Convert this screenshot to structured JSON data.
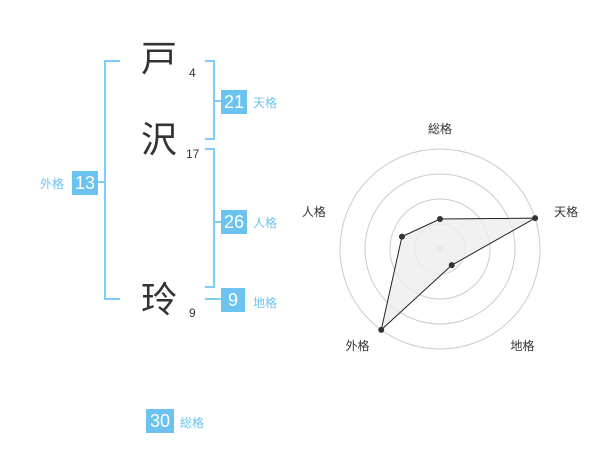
{
  "name": {
    "characters": [
      {
        "char": "戸",
        "strokes": "4"
      },
      {
        "char": "沢",
        "strokes": "17"
      },
      {
        "char": "玲",
        "strokes": "9"
      }
    ]
  },
  "fortunes": {
    "tenkaku": {
      "value": "21",
      "label": "天格"
    },
    "jinkaku": {
      "value": "26",
      "label": "人格"
    },
    "chikaku": {
      "value": "9",
      "label": "地格"
    },
    "gaikaku": {
      "value": "13",
      "label": "外格"
    },
    "soukaku": {
      "value": "30",
      "label": "総格"
    }
  },
  "colors": {
    "accent": "#6cc3f0",
    "bracket": "#7ecdf4",
    "text": "#333333",
    "radar_ring": "#cccccc",
    "radar_fill": "#eeeeee"
  },
  "chart_data": {
    "type": "radar",
    "axes": [
      "総格",
      "天格",
      "地格",
      "外格",
      "人格"
    ],
    "levels": 4,
    "range": [
      0,
      4
    ],
    "values": [
      1.2,
      4,
      0.8,
      4,
      1.6
    ]
  }
}
